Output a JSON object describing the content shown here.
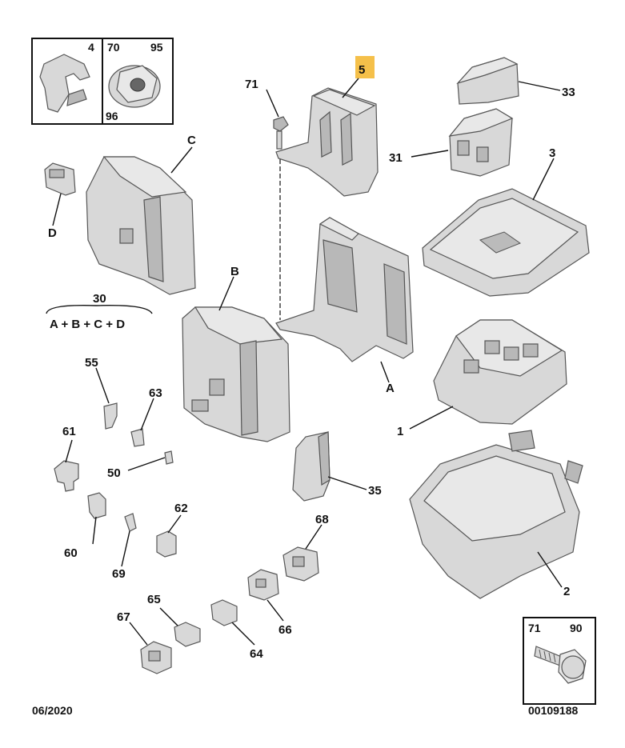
{
  "diagram": {
    "footer_date": "06/2020",
    "footer_ref": "00109188",
    "highlight_color": "#f5c04a",
    "inset_top_left": {
      "labels": [
        "4",
        "70",
        "95",
        "96"
      ]
    },
    "inset_bottom_right": {
      "labels": [
        "71",
        "90"
      ]
    },
    "assembly_group": {
      "number": "30",
      "formula": "A + B + C + D"
    },
    "callouts": {
      "p5": "5",
      "p71": "71",
      "p33": "33",
      "p31": "31",
      "p3": "3",
      "pC": "C",
      "pD": "D",
      "pB": "B",
      "pA": "A",
      "p1": "1",
      "p2": "2",
      "p55": "55",
      "p63": "63",
      "p61": "61",
      "p50": "50",
      "p35": "35",
      "p62": "62",
      "p60": "60",
      "p69": "69",
      "p68": "68",
      "p65": "65",
      "p67": "67",
      "p66": "66",
      "p64": "64"
    }
  }
}
